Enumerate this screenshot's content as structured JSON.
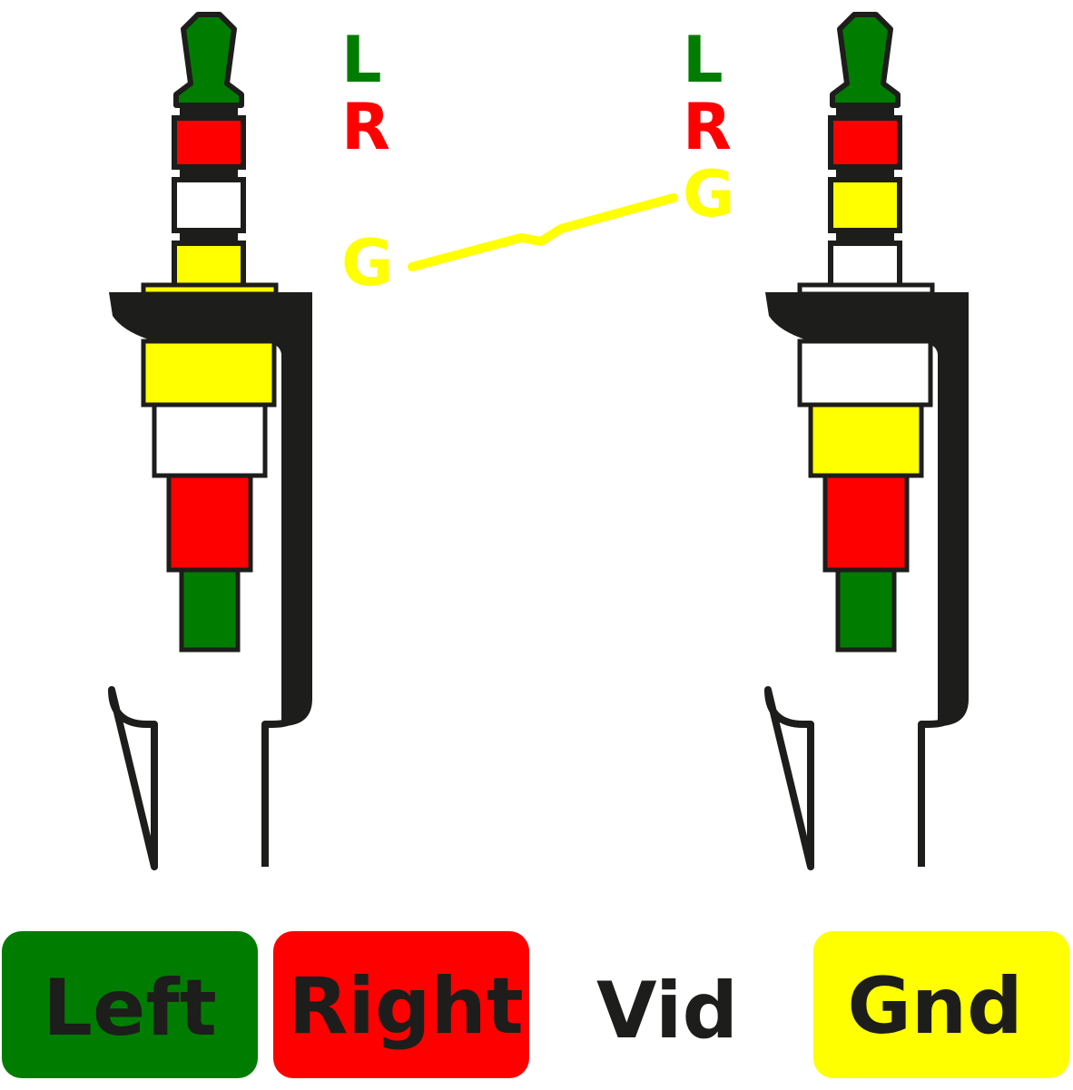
{
  "colors": {
    "left": "#007d00",
    "right": "#ff0000",
    "ground": "#ffff00",
    "video": "#ffffff",
    "outline": "#1d1d1b",
    "background": "#ffffff"
  },
  "plugs": [
    {
      "label_left": "L",
      "label_right": "R",
      "label_ground": "G",
      "rings_order": [
        "left",
        "right",
        "video",
        "ground"
      ]
    },
    {
      "label_left": "L",
      "label_right": "R",
      "label_ground": "G",
      "rings_order": [
        "left",
        "right",
        "ground",
        "video"
      ]
    }
  ],
  "legend": [
    {
      "text": "Left",
      "color_key": "left"
    },
    {
      "text": "Right",
      "color_key": "right"
    },
    {
      "text": "Vid",
      "color_key": "video"
    },
    {
      "text": "Gnd",
      "color_key": "ground"
    }
  ]
}
